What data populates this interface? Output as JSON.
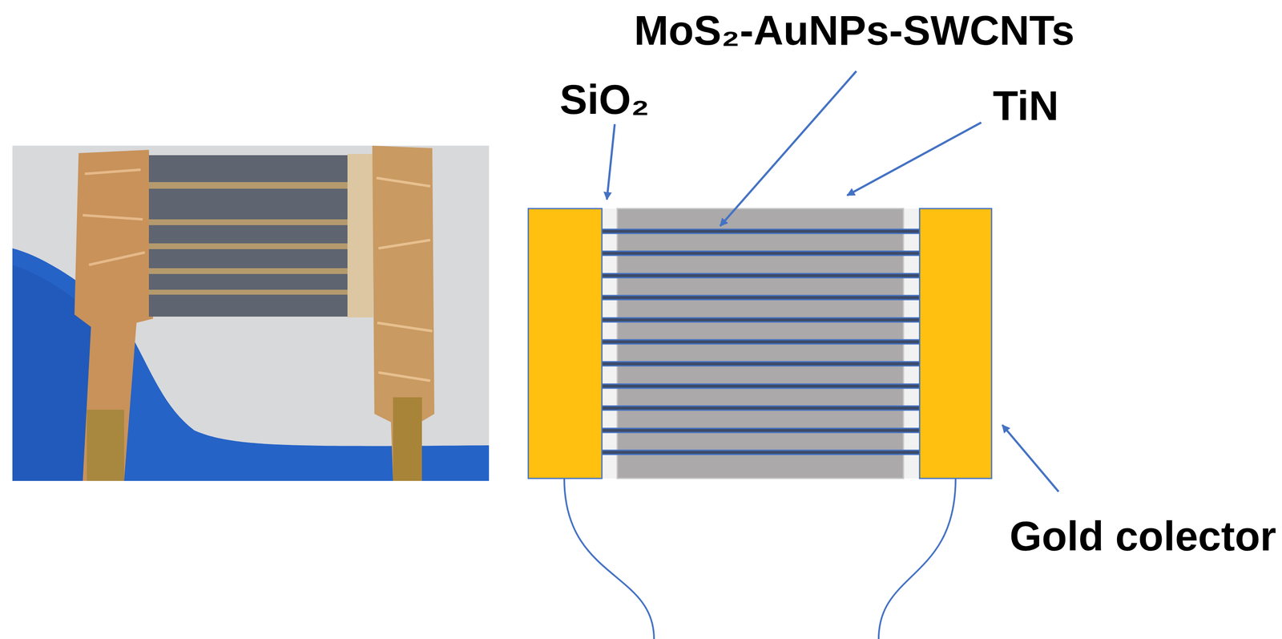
{
  "diagram": {
    "labels": [
      "MoS₂-AuNPs-SWCNTs",
      "SiO₂",
      "TiN",
      "Gold colector"
    ]
  }
}
